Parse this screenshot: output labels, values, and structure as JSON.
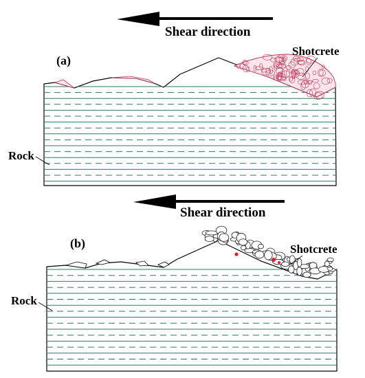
{
  "panels": [
    {
      "id": "a",
      "panel_label": "(a)",
      "arrow_label": "Shear direction",
      "rock_label": "Rock",
      "coating_label": "Shotcrete",
      "coating_colors": {
        "fill": "#fbe4ea",
        "stroke": "#c23a5c"
      }
    },
    {
      "id": "b",
      "panel_label": "(b)",
      "arrow_label": "Shear direction",
      "rock_label": "Rock",
      "coating_label": "Shotcrete",
      "coating_colors": {
        "fill": "#ffffff",
        "stroke": "#222222"
      }
    }
  ],
  "colors": {
    "rock_outline": "#000000",
    "strata_lines": "#2f7a5a",
    "arrow": "#000000",
    "accent": "#d8202a"
  }
}
